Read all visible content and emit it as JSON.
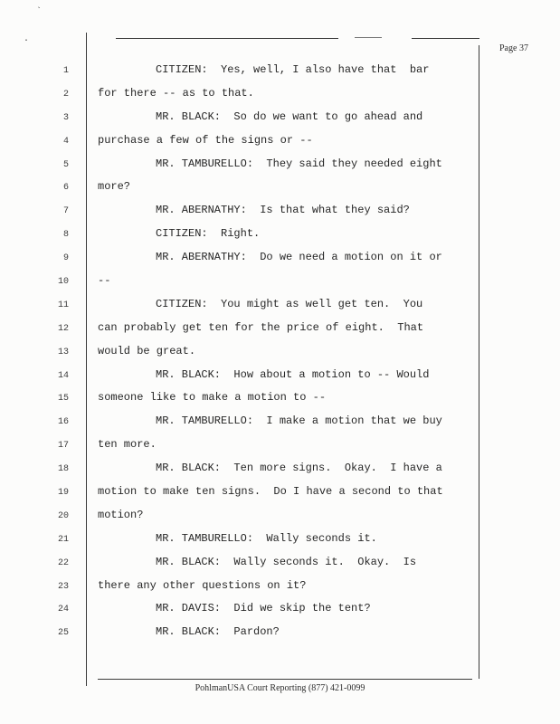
{
  "page": {
    "number_label": "Page 37",
    "footer": "PohlmanUSA Court Reporting (877) 421-0099",
    "artifact1": "`",
    "artifact2": "."
  },
  "transcript": {
    "lines": [
      {
        "num": "1",
        "text": "CITIZEN:  Yes, well, I also have that  bar"
      },
      {
        "num": "2",
        "text": "for there -- as to that."
      },
      {
        "num": "3",
        "text": "MR. BLACK:  So do we want to go ahead and"
      },
      {
        "num": "4",
        "text": "purchase a few of the signs or --"
      },
      {
        "num": "5",
        "text": "MR. TAMBURELLO:  They said they needed eight"
      },
      {
        "num": "6",
        "text": "more?"
      },
      {
        "num": "7",
        "text": "MR. ABERNATHY:  Is that what they said?"
      },
      {
        "num": "8",
        "text": "CITIZEN:  Right."
      },
      {
        "num": "9",
        "text": "MR. ABERNATHY:  Do we need a motion on it or"
      },
      {
        "num": "10",
        "text": "--"
      },
      {
        "num": "11",
        "text": "CITIZEN:  You might as well get ten.  You"
      },
      {
        "num": "12",
        "text": "can probably get ten for the price of eight.  That"
      },
      {
        "num": "13",
        "text": "would be great."
      },
      {
        "num": "14",
        "text": "MR. BLACK:  How about a motion to -- Would"
      },
      {
        "num": "15",
        "text": "someone like to make a motion to --"
      },
      {
        "num": "16",
        "text": "MR. TAMBURELLO:  I make a motion that we buy"
      },
      {
        "num": "17",
        "text": "ten more."
      },
      {
        "num": "18",
        "text": "MR. BLACK:  Ten more signs.  Okay.  I have a"
      },
      {
        "num": "19",
        "text": "motion to make ten signs.  Do I have a second to that"
      },
      {
        "num": "20",
        "text": "motion?"
      },
      {
        "num": "21",
        "text": "MR. TAMBURELLO:  Wally seconds it."
      },
      {
        "num": "22",
        "text": "MR. BLACK:  Wally seconds it.  Okay.  Is"
      },
      {
        "num": "23",
        "text": "there any other questions on it?"
      },
      {
        "num": "24",
        "text": "MR. DAVIS:  Did we skip the tent?"
      },
      {
        "num": "25",
        "text": "MR. BLACK:  Pardon?"
      }
    ]
  }
}
